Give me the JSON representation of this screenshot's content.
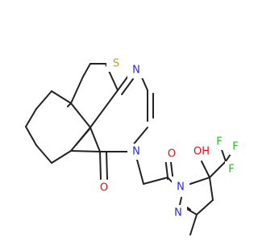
{
  "structure": {
    "atom_labels": {
      "S": "S",
      "N_pyrimidine_top": "N",
      "N_amide": "N",
      "O_carbonyl": "O",
      "O_acetyl": "O",
      "N_pyrazoline_1": "N",
      "N_pyrazoline_2": "N",
      "OH": "OH",
      "F1": "F",
      "F2": "F",
      "F3": "F"
    },
    "colors": {
      "bond": "#222222",
      "S": "#b5a800",
      "N": "#2a2ad8",
      "O": "#e01010",
      "F": "#2fb82f"
    }
  }
}
